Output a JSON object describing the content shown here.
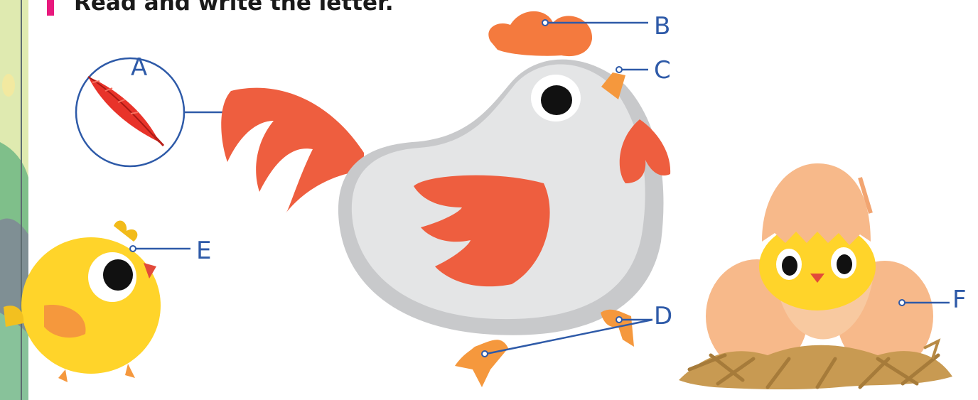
{
  "instruction": "Read and write the letter.",
  "labels": {
    "a": "A",
    "b": "B",
    "c": "C",
    "d": "D",
    "e": "E",
    "f": "F"
  },
  "colors": {
    "letter_blue": "#2e5aa8",
    "rooster_red": "#ee5e3f",
    "comb_orange": "#f47a3e",
    "chick_yellow": "#ffd42a",
    "egg_peach": "#f7b98a",
    "nest_straw": "#c89a52",
    "instruction_accent": "#e8197d"
  },
  "icons": [
    "feather-icon",
    "rooster-illustration",
    "chick-illustration",
    "hatching-chick-illustration",
    "nest-illustration"
  ]
}
